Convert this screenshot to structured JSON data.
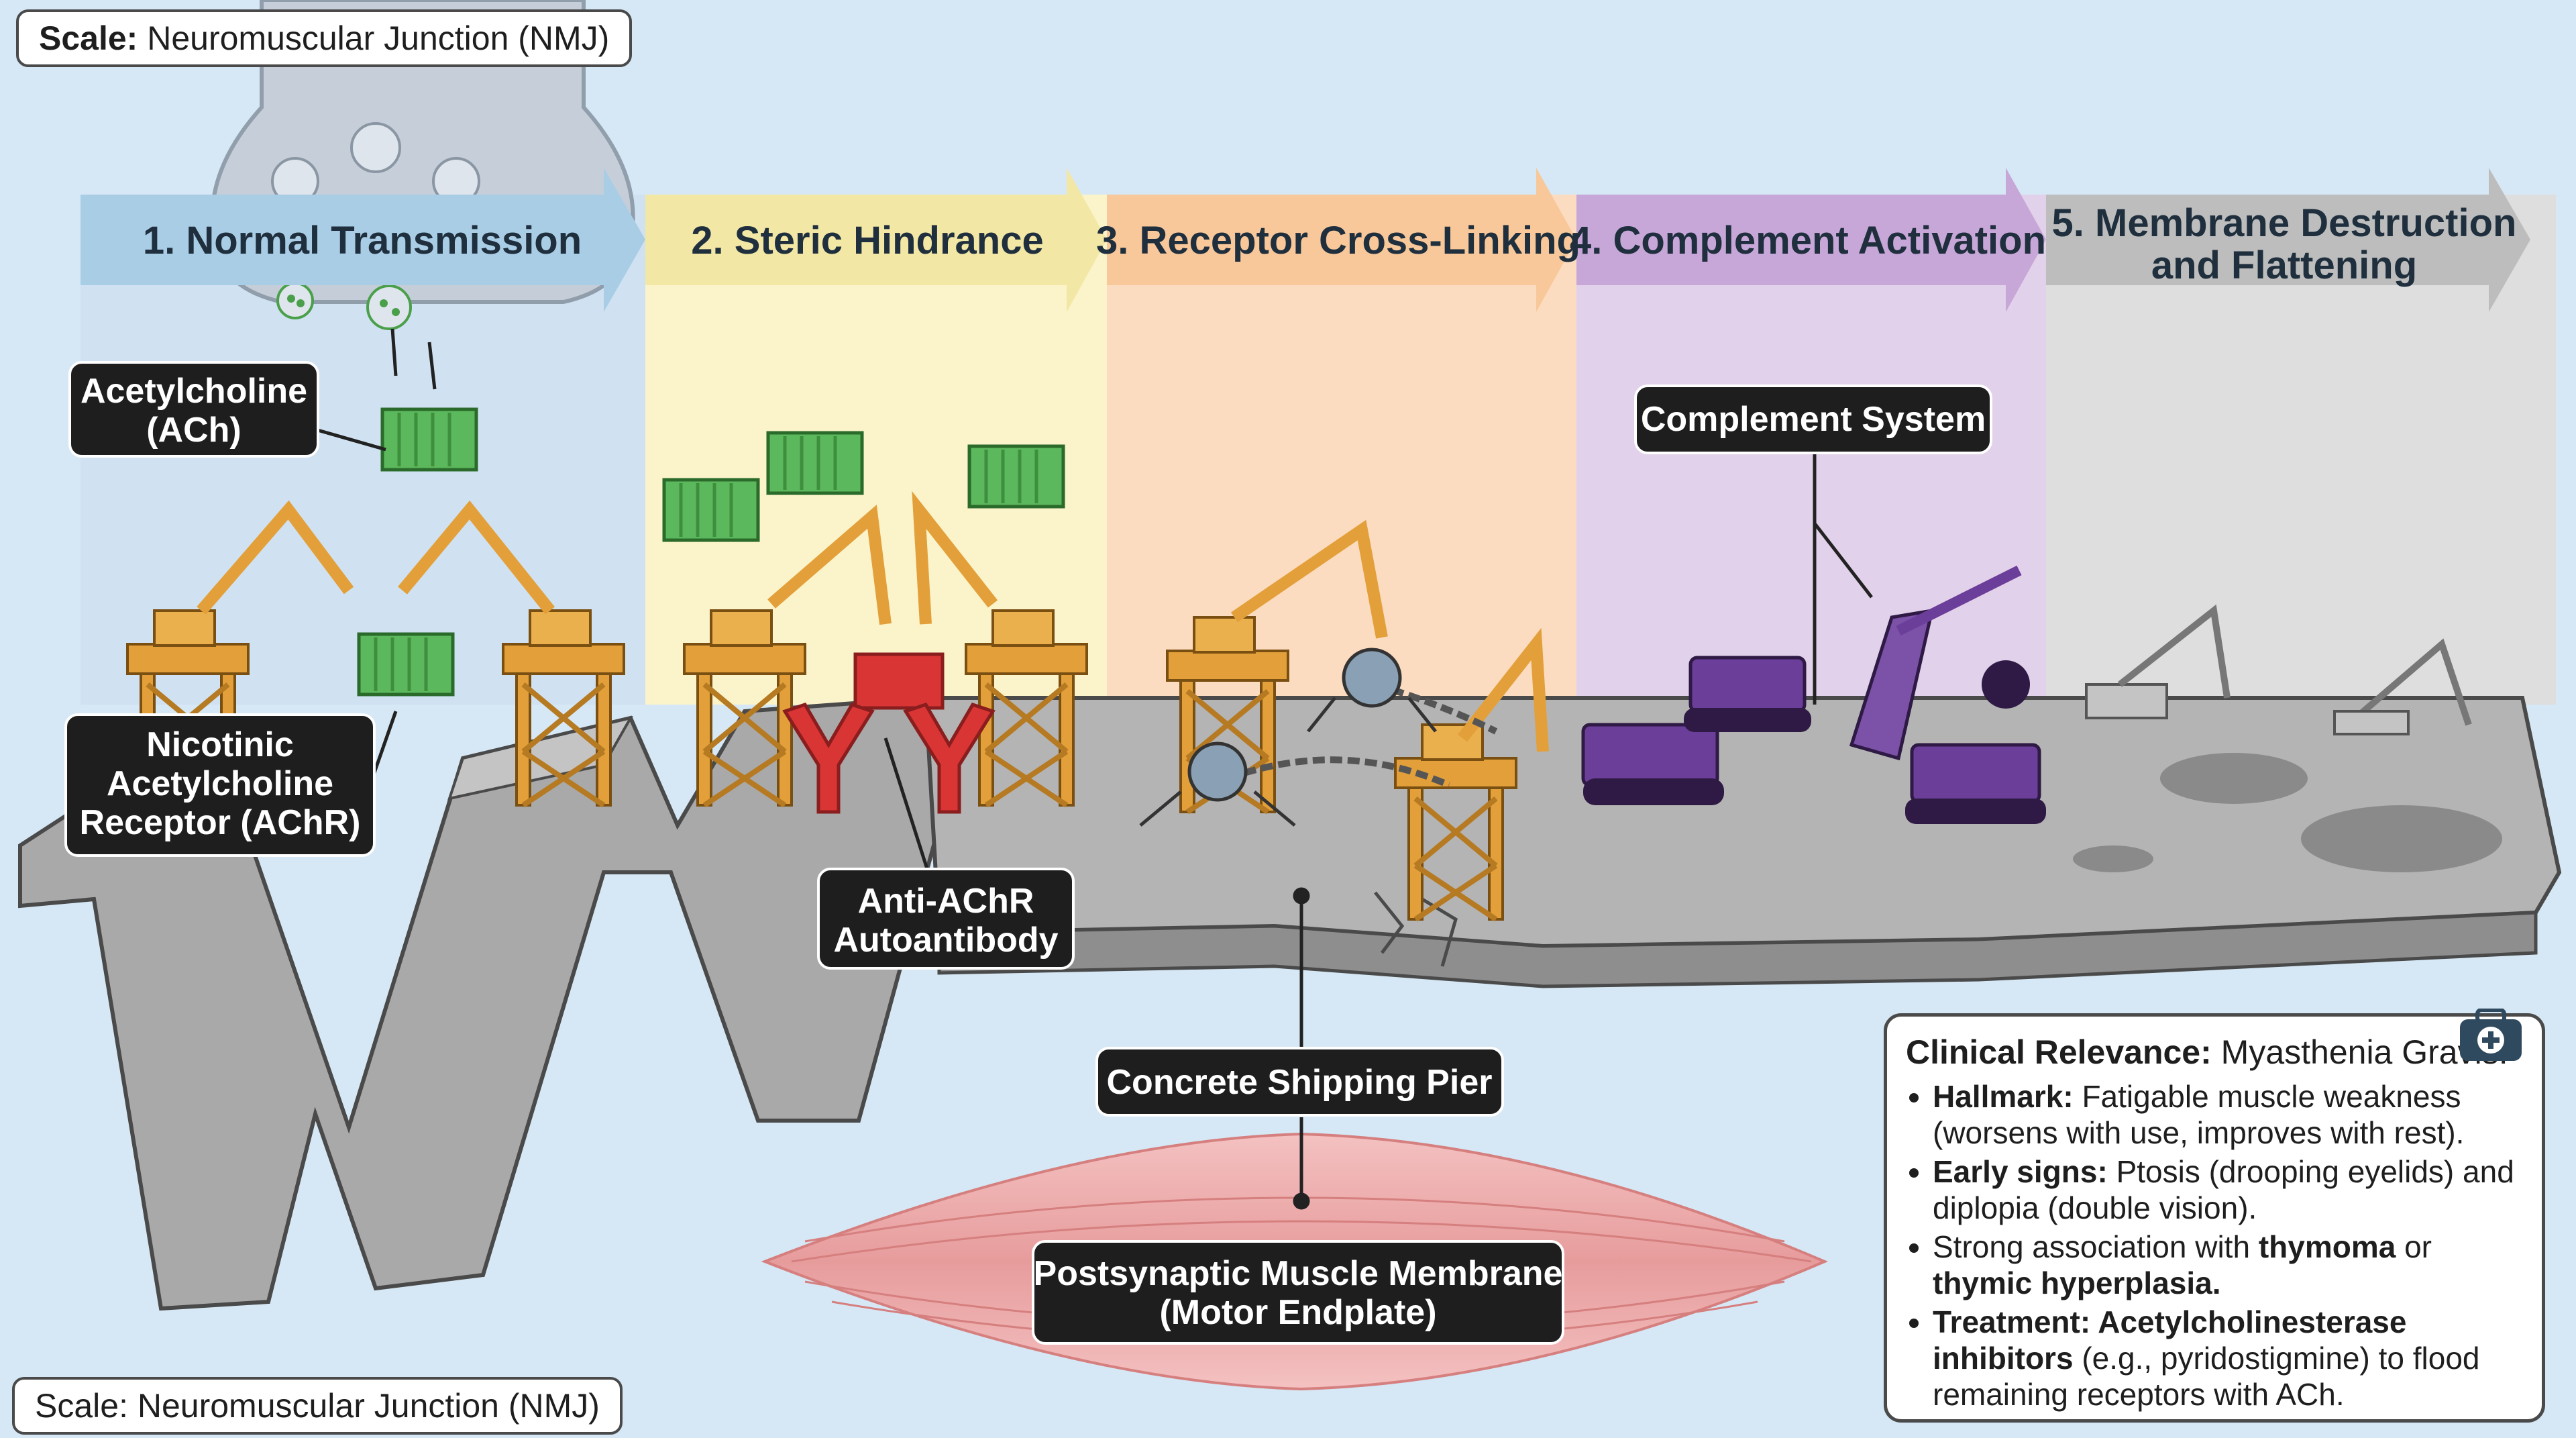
{
  "scale_top": {
    "label": "Scale:",
    "value": "Neuromuscular Junction (NMJ)"
  },
  "scale_bottom": {
    "text": "Scale: Neuromuscular Junction (NMJ)"
  },
  "stages": [
    {
      "line1": "1. Normal Transmission",
      "line2": ""
    },
    {
      "line1": "2. Steric Hindrance",
      "line2": ""
    },
    {
      "line1": "3. Receptor Cross-Linking",
      "line2": ""
    },
    {
      "line1": "4. Complement Activation",
      "line2": ""
    },
    {
      "line1": "5. Membrane Destruction",
      "line2": "and Flattening"
    }
  ],
  "labels": {
    "ach_1": "Acetylcholine",
    "ach_2": "(ACh)",
    "achr_1": "Nicotinic",
    "achr_2": "Acetylcholine",
    "achr_3": "Receptor (AChR)",
    "antibody_1": "Anti-AChR",
    "antibody_2": "Autoantibody",
    "complement": "Complement System",
    "pier": "Concrete Shipping Pier",
    "membrane_1": "Postsynaptic Muscle Membrane",
    "membrane_2": "(Motor Endplate)"
  },
  "clinical": {
    "title_bold": "Clinical Relevance:",
    "title_rest": "Myasthenia Gravis.",
    "items": [
      {
        "bold": "Hallmark:",
        "text": "Fatigable muscle weakness (worsens with use, improves with rest)."
      },
      {
        "bold": "Early signs:",
        "text": "Ptosis (drooping eyelids) and diplopia (double vision)."
      },
      {
        "pre": "Strong association with",
        "b1": "thymoma",
        "mid": "or",
        "b2": "thymic hyperplasia."
      },
      {
        "bold": "Treatment: Acetylcholinesterase inhibitors",
        "text": "(e.g., pyridostigmine) to flood remaining receptors with ACh."
      }
    ]
  },
  "colors": {
    "stage1": "#aacde6",
    "stage2": "#f3e7a6",
    "stage3": "#f8c89a",
    "stage4": "#c7a6d8",
    "stage5": "#bdbdbd",
    "crane": "#e3a03a",
    "container": "#5cb85c",
    "antibody": "#d93535",
    "bulldozer": "#6b3e9a",
    "label_bg": "#1e1e1e",
    "concrete": "#a9a9a9"
  }
}
